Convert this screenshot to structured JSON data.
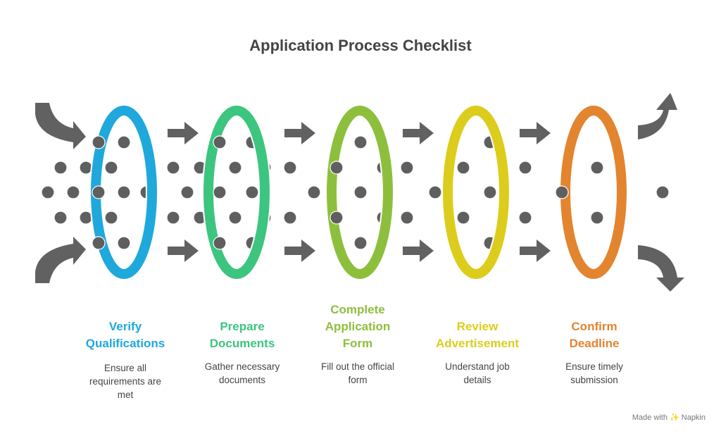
{
  "title": "Application Process Checklist",
  "watermark": "Made with ✨ Napkin",
  "colors": {
    "arrow": "#616161",
    "dot": "#5f5f5f"
  },
  "steps": [
    {
      "label_lines": [
        "Verify",
        "Qualifications"
      ],
      "description_lines": [
        "Ensure all",
        "requirements are",
        "met"
      ],
      "color": "#1fa8dc"
    },
    {
      "label_lines": [
        "Prepare",
        "Documents"
      ],
      "description_lines": [
        "Gather necessary",
        "documents"
      ],
      "color": "#3cc57f"
    },
    {
      "label_lines": [
        "Complete",
        "Application",
        "Form"
      ],
      "description_lines": [
        "Fill out the official",
        "form"
      ],
      "color": "#8dbf3d"
    },
    {
      "label_lines": [
        "Review",
        "Advertisement"
      ],
      "description_lines": [
        "Understand job",
        "details"
      ],
      "color": "#dccd1c"
    },
    {
      "label_lines": [
        "Confirm",
        "Deadline"
      ],
      "description_lines": [
        "Ensure timely",
        "submission"
      ],
      "color": "#e3842f"
    }
  ]
}
